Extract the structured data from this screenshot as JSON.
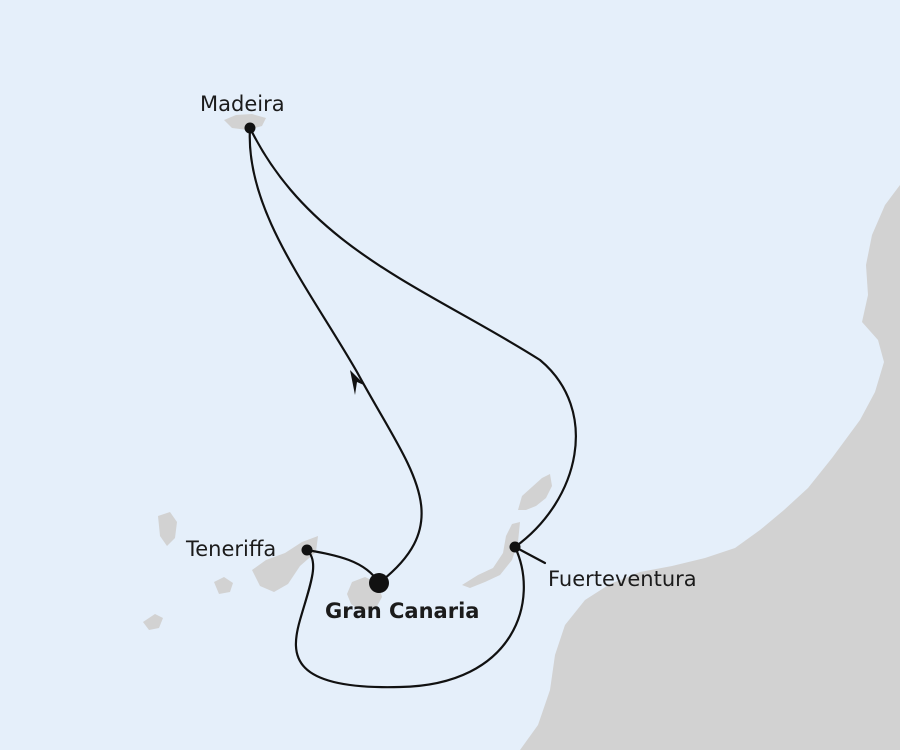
{
  "map": {
    "colors": {
      "sea": "#e5effa",
      "land": "#d2d2d2",
      "route": "#111111"
    },
    "ports": [
      {
        "id": "madeira",
        "label": "Madeira",
        "home_port": false
      },
      {
        "id": "teneriffa",
        "label": "Teneriffa",
        "home_port": false
      },
      {
        "id": "gran-canaria",
        "label": "Gran Canaria",
        "home_port": true
      },
      {
        "id": "fuerteventura",
        "label": "Fuerteventura",
        "home_port": false
      }
    ]
  }
}
